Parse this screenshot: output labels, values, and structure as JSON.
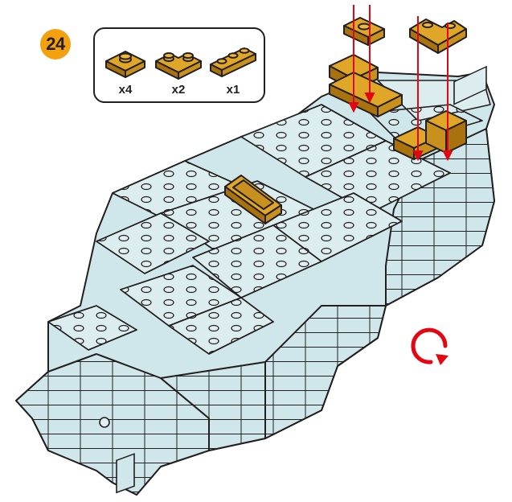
{
  "step": {
    "number": "24"
  },
  "parts": [
    {
      "icon": "plate-2x2-corner-icon",
      "count": "x4"
    },
    {
      "icon": "plate-2x3-double-corner-icon",
      "count": "x2"
    },
    {
      "icon": "plate-1x4-icon",
      "count": "x1"
    }
  ],
  "colors": {
    "badge": "#f3a10f",
    "brick_tan": "#c8901c",
    "brick_light_blue": "#cfe6ea",
    "outline": "#231f20",
    "arrow_red": "#e30613"
  },
  "model": {
    "icon": "light-blue-brick-model"
  },
  "rotate": {
    "icon": "rotate-clockwise-icon"
  }
}
